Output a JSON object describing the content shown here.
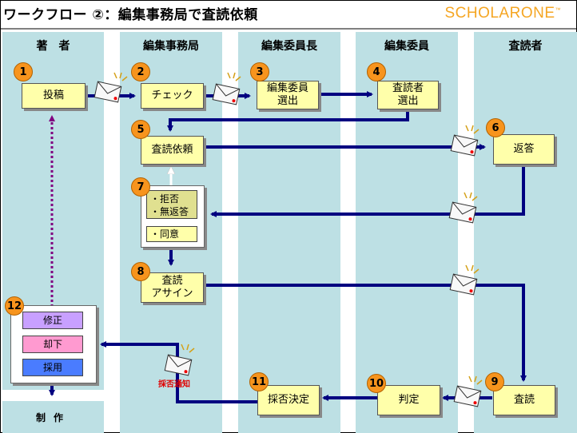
{
  "title": "ワークフロー ②：編集事務局で査読依頼",
  "brand": "SCHOLARONE",
  "brand_mark": "™",
  "columns": [
    "著　者",
    "編集事務局",
    "編集委員長",
    "編集委員",
    "査読者"
  ],
  "steps": {
    "s1": {
      "num": "1",
      "label": "投稿"
    },
    "s2": {
      "num": "2",
      "label": "チェック"
    },
    "s3": {
      "num": "3",
      "line1": "編集委員",
      "line2": "選出"
    },
    "s4": {
      "num": "4",
      "line1": "査読者",
      "line2": "選出"
    },
    "s5": {
      "num": "5",
      "label": "査読依頼"
    },
    "s6": {
      "num": "6",
      "label": "返答"
    },
    "s7": {
      "num": "7",
      "opt1": "・拒否",
      "opt2": "・無返答",
      "opt3": "・同意"
    },
    "s8": {
      "num": "8",
      "line1": "査読",
      "line2": "アサイン"
    },
    "s9": {
      "num": "9",
      "label": "査読"
    },
    "s10": {
      "num": "10",
      "label": "判定"
    },
    "s11": {
      "num": "11",
      "label": "採否決定"
    },
    "s12": {
      "num": "12",
      "opt1": "修正",
      "opt2": "却下",
      "opt3": "採用"
    }
  },
  "notice_label": "採否通知",
  "footer": "制作",
  "colors": {
    "lane": "#bde0e4",
    "arrow": "#000080",
    "box": "#ffffaa",
    "number": "#f7941d",
    "revise": "#c8a0ff",
    "reject": "#ff9ad0",
    "accept": "#4a7cff"
  }
}
